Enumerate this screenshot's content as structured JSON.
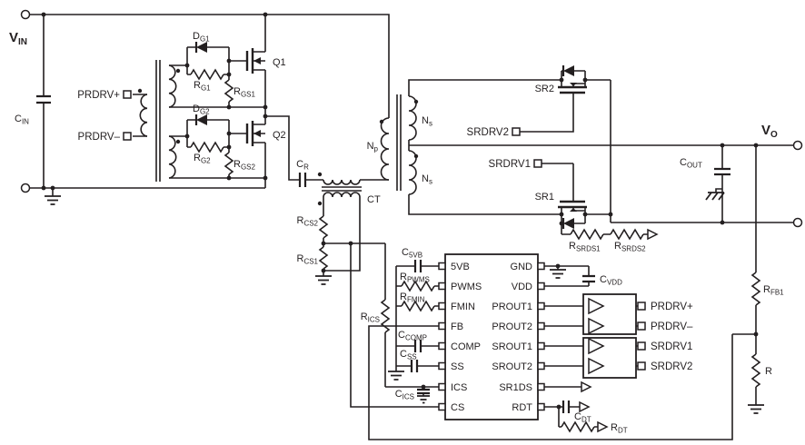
{
  "colors": {
    "wire": "#231f20",
    "background": "#ffffff"
  },
  "nets": {
    "prdrv_plus": "PRDRV+",
    "prdrv_minus": "PRDRV–",
    "srdrv1": "SRDRV1",
    "srdrv2": "SRDRV2"
  },
  "components": {
    "vin": {
      "m": "V",
      "s": "IN"
    },
    "cin": {
      "m": "C",
      "s": "IN"
    },
    "dg1": {
      "m": "D",
      "s": "G1"
    },
    "rg1": {
      "m": "R",
      "s": "G1"
    },
    "rgs1": {
      "m": "R",
      "s": "GS1"
    },
    "q1": {
      "m": "Q1"
    },
    "dg2": {
      "m": "D",
      "s": "G2"
    },
    "rg2": {
      "m": "R",
      "s": "G2"
    },
    "rgs2": {
      "m": "R",
      "s": "GS2"
    },
    "q2": {
      "m": "Q2"
    },
    "cr": {
      "m": "C",
      "s": "R"
    },
    "ct": {
      "m": "CT"
    },
    "np": {
      "m": "N",
      "s": "p"
    },
    "ns": {
      "m": "N",
      "s": "s"
    },
    "rcs2": {
      "m": "R",
      "s": "CS2"
    },
    "rcs1": {
      "m": "R",
      "s": "CS1"
    },
    "rics": {
      "m": "R",
      "s": "ICS"
    },
    "sr1": {
      "m": "SR1"
    },
    "sr2": {
      "m": "SR2"
    },
    "vo": {
      "m": "V",
      "s": "O"
    },
    "cout": {
      "m": "C",
      "s": "OUT"
    },
    "rsrds1": {
      "m": "R",
      "s": "SRDS1"
    },
    "rsrds2": {
      "m": "R",
      "s": "SRDS2"
    },
    "cvdd": {
      "m": "C",
      "s": "VDD"
    },
    "c5vb": {
      "m": "C",
      "s": "5VB"
    },
    "rpwms": {
      "m": "R",
      "s": "PWMS"
    },
    "rfmin": {
      "m": "R",
      "s": "FMIN"
    },
    "ccomp": {
      "m": "C",
      "s": "COMP"
    },
    "css": {
      "m": "C",
      "s": "SS"
    },
    "cics": {
      "m": "C",
      "s": "ICS"
    },
    "rfb1": {
      "m": "R",
      "s": "FB1"
    },
    "r": {
      "m": "R"
    },
    "cdt": {
      "m": "C",
      "s": "DT"
    },
    "rdt": {
      "m": "R",
      "s": "DT"
    }
  },
  "ic": {
    "left_pins": [
      "5VB",
      "PWMS",
      "FMIN",
      "FB",
      "COMP",
      "SS",
      "ICS",
      "CS"
    ],
    "right_pins": [
      "GND",
      "VDD",
      "PROUT1",
      "PROUT2",
      "SROUT1",
      "SROUT2",
      "SR1DS",
      "RDT"
    ]
  }
}
